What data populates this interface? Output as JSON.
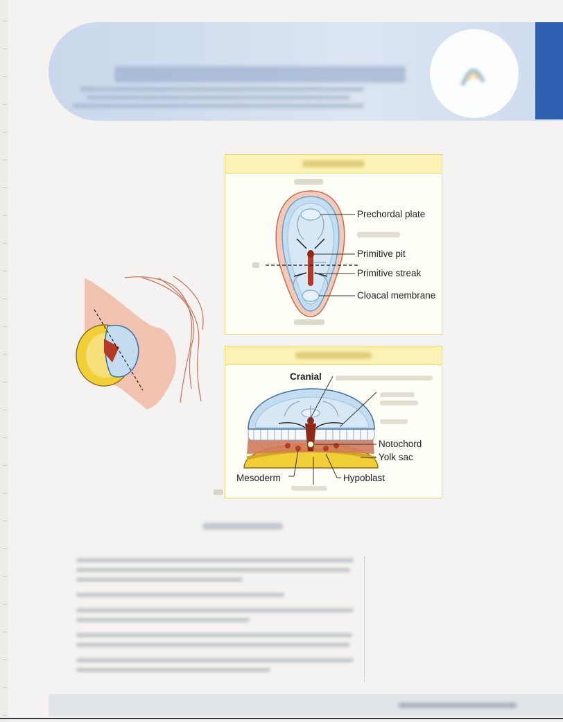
{
  "dorsal_view": {
    "labels": {
      "prechordal_plate": "Prechordal plate",
      "primitive_pit": "Primitive pit",
      "primitive_streak": "Primitive streak",
      "cloacal_membrane": "Cloacal membrane"
    }
  },
  "cross_section": {
    "labels": {
      "cranial": "Cranial",
      "notochord": "Notochord",
      "yolk_sac": "Yolk sac",
      "mesoderm": "Mesoderm",
      "hypoblast": "Hypoblast"
    }
  },
  "colors": {
    "header_band": "#c9d8ec",
    "blue_tab": "#2f5fb0",
    "panel_border": "#ecd777",
    "panel_header": "#fdf2b6",
    "embryo_blue": "#c4dcf0",
    "streak_red": "#b23a26",
    "yolk_yellow": "#f3cf37",
    "tissue_pink": "#f1c2b0"
  }
}
